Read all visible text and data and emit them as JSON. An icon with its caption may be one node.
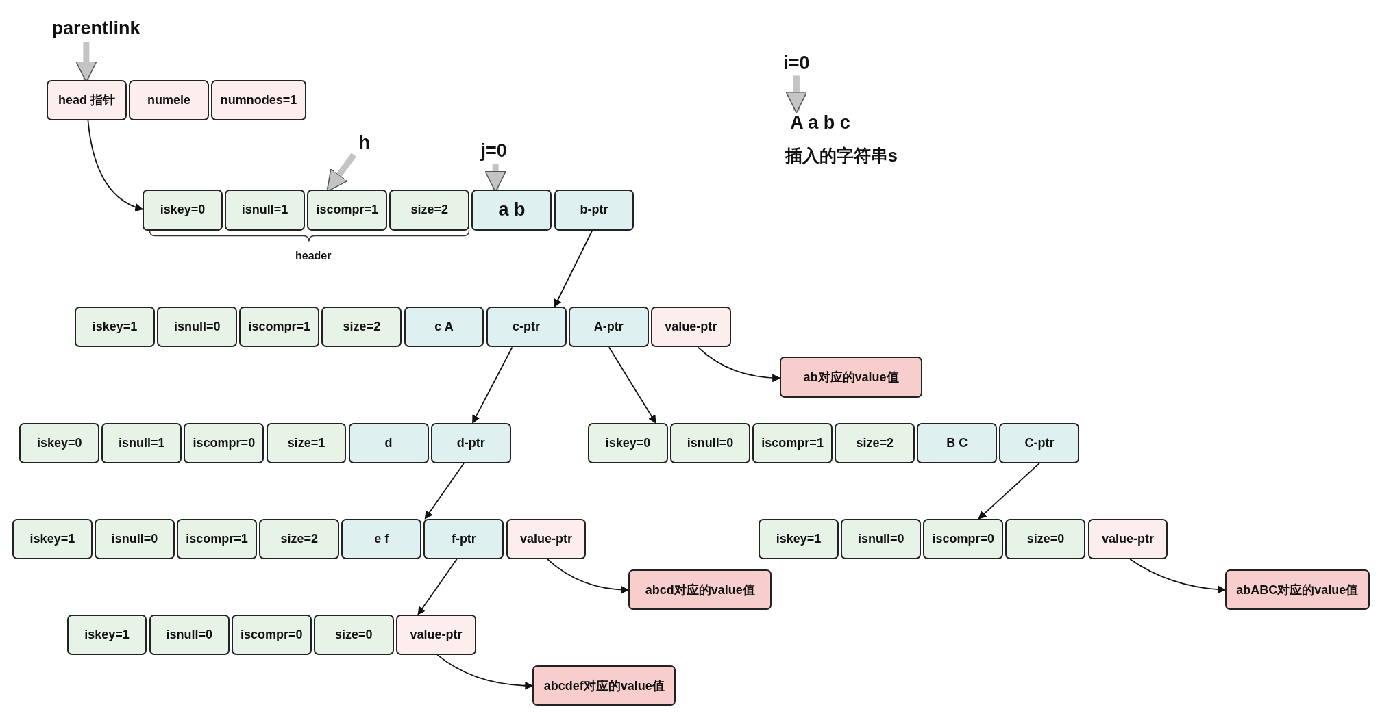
{
  "diagram": {
    "nodes": [
      {
        "text": [
          "parentlink"
        ]
      },
      {
        "text": [
          "head 指针"
        ]
      },
      {
        "text": [
          "numele"
        ]
      },
      {
        "text": [
          "numnodes=1"
        ]
      },
      {
        "text": [
          "i=0"
        ]
      },
      {
        "text": [
          "A a b c"
        ]
      },
      {
        "text": [
          "h"
        ]
      },
      {
        "text": [
          "j=0"
        ]
      },
      {
        "text": [
          "iskey=0"
        ]
      },
      {
        "text": [
          "isnull=1"
        ]
      },
      {
        "text": [
          "iscompr=1"
        ]
      },
      {
        "text": [
          "size=2"
        ]
      },
      {
        "text": [
          "a b"
        ]
      },
      {
        "text": [
          "b-ptr"
        ]
      },
      {
        "text": [
          "iskey=1"
        ]
      },
      {
        "text": [
          "isnull=0"
        ]
      },
      {
        "text": [
          "iscompr=1"
        ]
      },
      {
        "text": [
          "size=2"
        ]
      },
      {
        "text": [
          "c A"
        ]
      },
      {
        "text": [
          "c-ptr"
        ]
      },
      {
        "text": [
          "A-ptr"
        ]
      },
      {
        "text": [
          "value-ptr"
        ]
      },
      {
        "text": [
          "ab对应的value值"
        ]
      },
      {
        "text": [
          "iskey=0"
        ]
      },
      {
        "text": [
          "isnull=1"
        ]
      },
      {
        "text": [
          "iscompr=0"
        ]
      },
      {
        "text": [
          "size=1"
        ]
      },
      {
        "text": [
          "d"
        ]
      },
      {
        "text": [
          "d-ptr"
        ]
      },
      {
        "text": [
          "iskey=0"
        ]
      },
      {
        "text": [
          "isnull=0"
        ]
      },
      {
        "text": [
          "iscompr=1"
        ]
      },
      {
        "text": [
          "size=2"
        ]
      },
      {
        "text": [
          "B C"
        ]
      },
      {
        "text": [
          "C-ptr"
        ]
      },
      {
        "text": [
          "iskey=1"
        ]
      },
      {
        "text": [
          "isnull=0"
        ]
      },
      {
        "text": [
          "iscompr=1"
        ]
      },
      {
        "text": [
          "size=2"
        ]
      },
      {
        "text": [
          "e f"
        ]
      },
      {
        "text": [
          "f-ptr"
        ]
      },
      {
        "text": [
          "value-ptr"
        ]
      },
      {
        "text": [
          "abcd对应的value值"
        ]
      },
      {
        "text": [
          "iskey=1"
        ]
      },
      {
        "text": [
          "isnull=0"
        ]
      },
      {
        "text": [
          "iscompr=0"
        ]
      },
      {
        "text": [
          "size=0"
        ]
      },
      {
        "text": [
          "value-ptr"
        ]
      },
      {
        "text": [
          "abABC对应的value值"
        ]
      },
      {
        "text": [
          "iskey=1"
        ]
      },
      {
        "text": [
          "isnull=0"
        ]
      },
      {
        "text": [
          "iscompr=0"
        ]
      },
      {
        "text": [
          "size=0"
        ]
      },
      {
        "text": [
          "value-ptr"
        ]
      },
      {
        "text": [
          "abcdef对应的value值"
        ]
      }
    ],
    "edges": [
      {
        "from": 0,
        "to": 1,
        "arrow": "to",
        "style": "thick",
        "color": "#c4c4c4"
      },
      {
        "from": 1,
        "to": 8,
        "arrow": "to"
      },
      {
        "from": 6,
        "to": 10,
        "arrow": "to",
        "style": "thick",
        "color": "#c4c4c4"
      },
      {
        "from": 7,
        "to": 12,
        "arrow": "to",
        "style": "thick",
        "color": "#c4c4c4"
      },
      {
        "from": 4,
        "to": 5,
        "arrow": "to",
        "style": "thick",
        "color": "#c4c4c4"
      },
      {
        "from": 13,
        "to": 19,
        "arrow": "to"
      },
      {
        "from": 21,
        "to": 22,
        "arrow": "to"
      },
      {
        "from": 19,
        "to": 28,
        "arrow": "to"
      },
      {
        "from": 20,
        "to": 29,
        "arrow": "to"
      },
      {
        "from": 28,
        "to": 40,
        "arrow": "to"
      },
      {
        "from": 41,
        "to": 42,
        "arrow": "to"
      },
      {
        "from": 40,
        "to": 53,
        "arrow": "to"
      },
      {
        "from": 34,
        "to": 45,
        "arrow": "to"
      },
      {
        "from": 47,
        "to": 48,
        "arrow": "to"
      },
      {
        "from": 53,
        "to": 54,
        "arrow": "to"
      }
    ],
    "labels": [
      "header",
      "插入的字符串s"
    ]
  }
}
